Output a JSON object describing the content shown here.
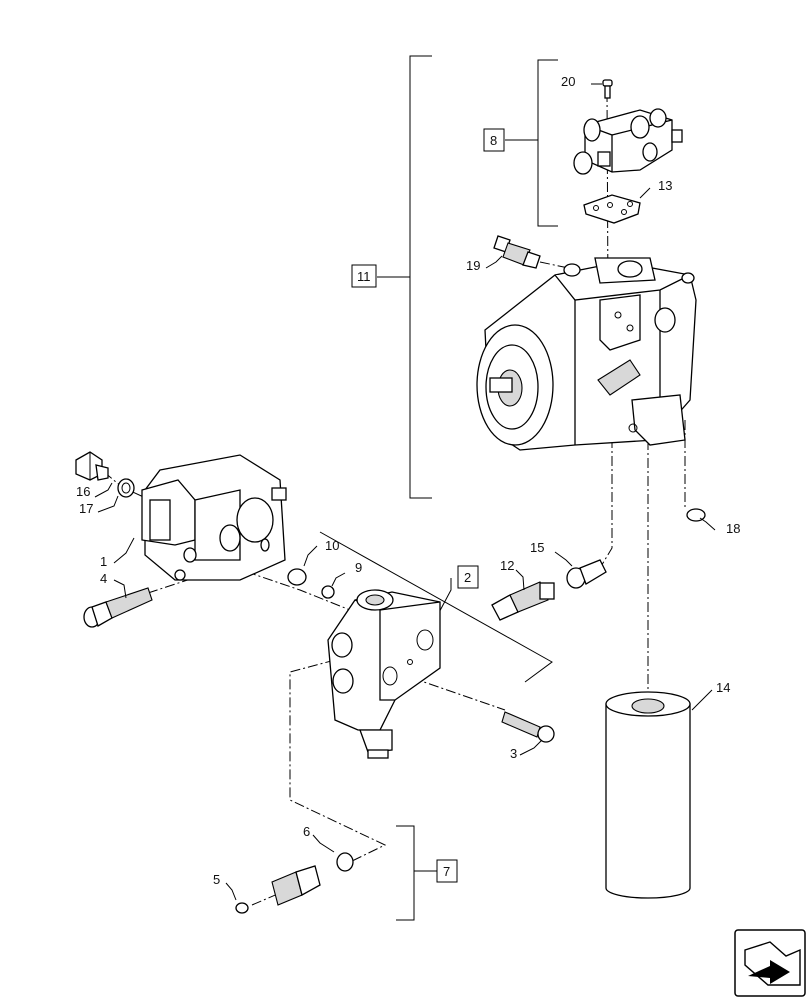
{
  "callouts": {
    "c1": "1",
    "c2": "2",
    "c3": "3",
    "c4": "4",
    "c5": "5",
    "c6": "6",
    "c7": "7",
    "c8": "8",
    "c9": "9",
    "c10": "10",
    "c11": "11",
    "c12": "12",
    "c13": "13",
    "c14": "14",
    "c15": "15",
    "c16": "16",
    "c17": "17",
    "c18": "18",
    "c19": "19",
    "c20": "20"
  },
  "nav_icon": "navigation-arrow-icon"
}
